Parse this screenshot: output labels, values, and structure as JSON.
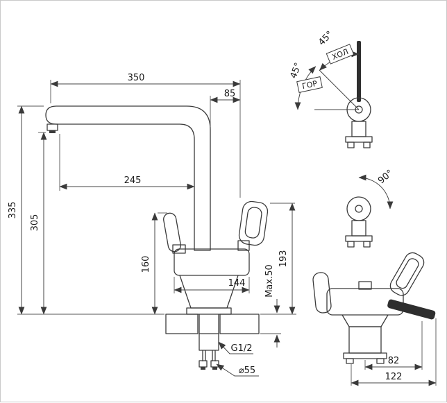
{
  "drawing": {
    "type": "faucet-technical-drawing",
    "line_color": "#3a3a3a",
    "bg_color": "#ffffff",
    "main_view": {
      "dim_350": "350",
      "dim_85": "85",
      "dim_245": "245",
      "dim_335": "335",
      "dim_305": "305",
      "dim_160": "160",
      "dim_144": "144",
      "dim_193": "193",
      "dim_max50": "Max.50",
      "thread_label": "G1/2",
      "diameter_label": "⌀55"
    },
    "handle_swivel_view": {
      "angle_upper": "45°",
      "angle_lower": "45°",
      "cold_label": "ХОЛ",
      "hot_label": "ГОР"
    },
    "handle_lift_view": {
      "angle": "90°"
    },
    "front_view": {
      "dim_82": "82",
      "dim_122": "122"
    }
  }
}
